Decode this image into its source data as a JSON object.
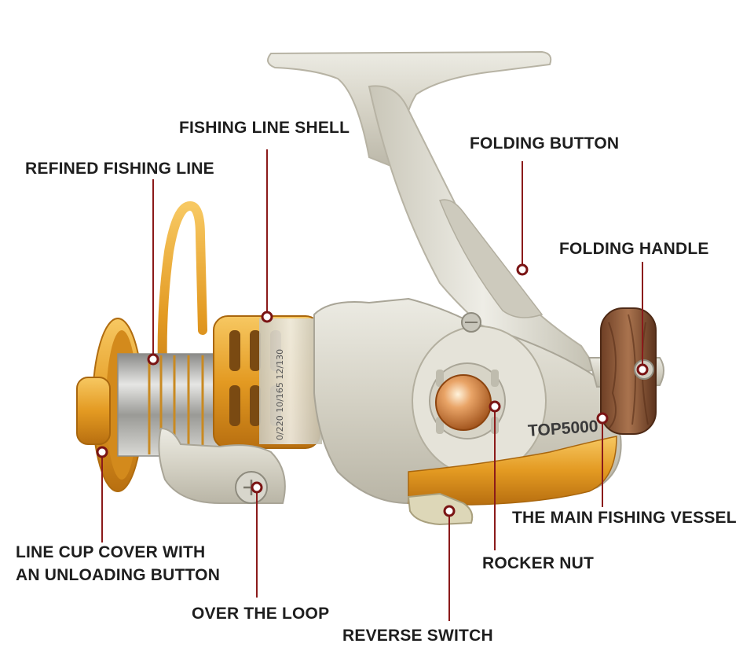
{
  "colors": {
    "leader_line": "#8b1a1a",
    "marker_ring": "#7a1414",
    "label_text": "#1e1e1e",
    "body_silver": "#d6d3c6",
    "accent_gold": "#e9a530",
    "handle_wood": "#8a5a3c"
  },
  "model_mark": "TOP5000",
  "callouts": [
    {
      "id": "fishing-line-shell",
      "lines": [
        "FISHING LINE SHELL"
      ]
    },
    {
      "id": "refined-fishing-line",
      "lines": [
        "REFINED FISHING LINE"
      ]
    },
    {
      "id": "folding-button",
      "lines": [
        "FOLDING BUTTON"
      ]
    },
    {
      "id": "folding-handle",
      "lines": [
        "FOLDING HANDLE"
      ]
    },
    {
      "id": "main-fishing-vessel",
      "lines": [
        "THE MAIN FISHING VESSEL"
      ]
    },
    {
      "id": "rocker-nut",
      "lines": [
        "ROCKER NUT"
      ]
    },
    {
      "id": "line-cup-cover",
      "lines": [
        "LINE CUP COVER WITH",
        "AN UNLOADING BUTTON"
      ]
    },
    {
      "id": "over-the-loop",
      "lines": [
        "OVER THE LOOP"
      ]
    },
    {
      "id": "reverse-switch",
      "lines": [
        "REVERSE SWITCH"
      ]
    }
  ]
}
